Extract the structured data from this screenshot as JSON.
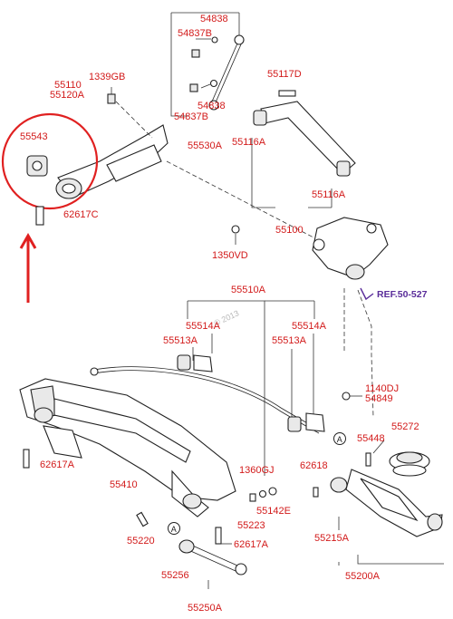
{
  "labels": {
    "p54838_top": "54838",
    "p54837B_top": "54837B",
    "p54838_bot": "54838",
    "p54837B_bot": "54837B",
    "p55530A": "55530A",
    "p1339GB": "1339GB",
    "p55110": "55110",
    "p55120A": "55120A",
    "p55543": "55543",
    "p62617C": "62617C",
    "p55117D": "55117D",
    "p55116A_top": "55116A",
    "p55116A_bot": "55116A",
    "p55100": "55100",
    "p1350VD": "1350VD",
    "ref": "REF.50-527",
    "p55510A": "55510A",
    "p55514A_l": "55514A",
    "p55514A_r": "55514A",
    "p55513A_l": "55513A",
    "p55513A_r": "55513A",
    "p1140DJ": "1140DJ",
    "p54849": "54849",
    "p55272": "55272",
    "p55448": "55448",
    "p62617A_l": "62617A",
    "p55410": "55410",
    "p1360GJ": "1360GJ",
    "p62618": "62618",
    "p55142E": "55142E",
    "p55223": "55223",
    "p55215A": "55215A",
    "p55220": "55220",
    "p62617A_b": "62617A",
    "p55256": "55256",
    "p55200A": "55200A",
    "p55250A": "55250A",
    "circleA_left": "A",
    "circleA_right": "A",
    "watermark": "© 2013"
  },
  "colors": {
    "label": "#d21a1a",
    "highlight": "#e02020",
    "ref": "#5a2d9a",
    "line": "#222222"
  }
}
